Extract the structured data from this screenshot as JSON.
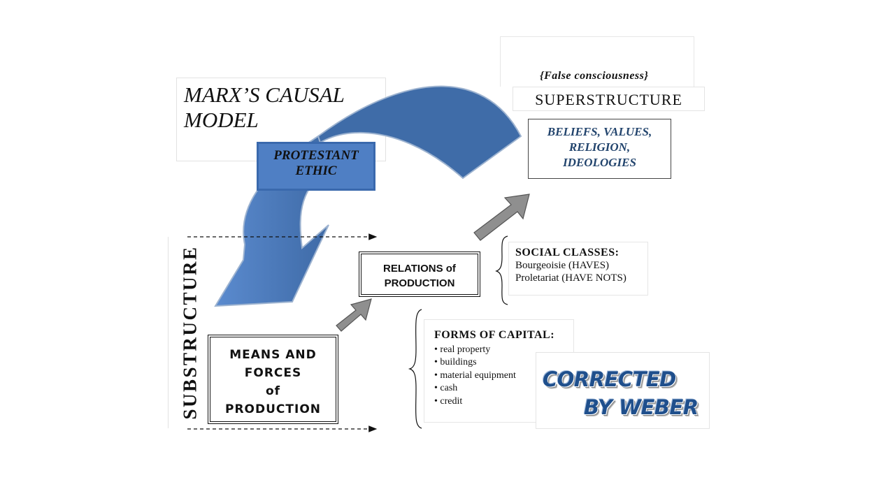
{
  "title": {
    "line1": "MARX’S CAUSAL",
    "line2": "MODEL"
  },
  "false_consciousness": "{False consciousness}",
  "superstructure": "SUPERSTRUCTURE",
  "beliefs": {
    "line1": "BELIEFS, VALUES,",
    "line2": "RELIGION,",
    "line3": "IDEOLOGIES"
  },
  "protestant_ethic": {
    "line1": "PROTESTANT",
    "line2": "ETHIC"
  },
  "substructure": "SUBSTRUCTURE",
  "means": {
    "line1": "MEANS AND",
    "line2": "FORCES",
    "line3": "of",
    "line4": "PRODUCTION"
  },
  "relations": {
    "line1": "RELATIONS of",
    "line2": "PRODUCTION"
  },
  "social_classes": {
    "heading": "SOCIAL CLASSES:",
    "items": [
      "Bourgeoisie (HAVES)",
      "Proletariat (HAVE NOTS)"
    ]
  },
  "forms_of_capital": {
    "heading": "FORMS OF CAPITAL:",
    "items": [
      "• real property",
      "• buildings",
      "• material equipment",
      "• cash",
      "• credit"
    ]
  },
  "corrected": {
    "line1": "CORRECTED",
    "line2": "BY WEBER"
  },
  "colors": {
    "arrow_blue": "#4f7fc4",
    "arrow_dark": "#3a69ad",
    "text_blue": "#22446d",
    "gray_arrow": "#8f8f8f"
  }
}
